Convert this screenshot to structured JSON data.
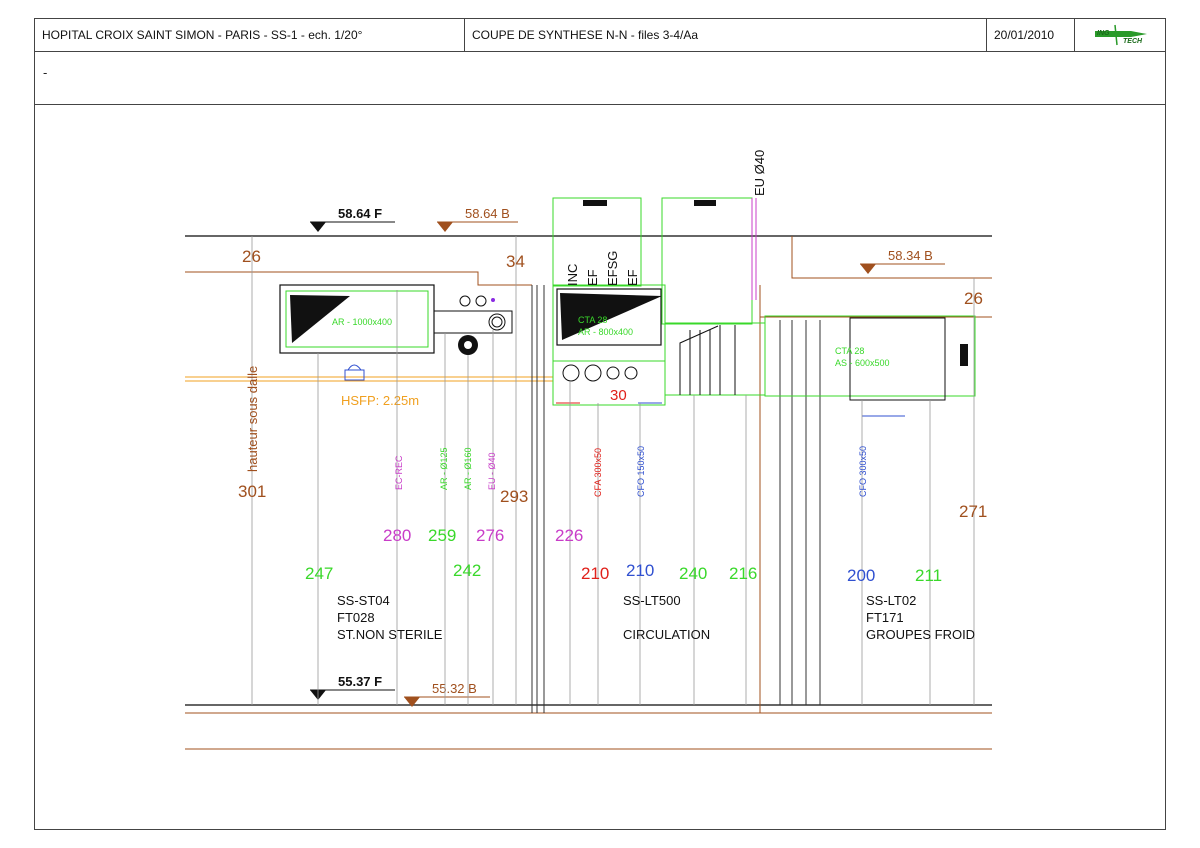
{
  "header": {
    "project": "HOPITAL CROIX SAINT SIMON - PARIS - SS-1 - ech. 1/20°",
    "section": "COUPE DE SYNTHESE N-N - files 3-4/Aa",
    "date": "20/01/2010",
    "logo_text": "ING TECH",
    "remark": "-"
  },
  "levels": {
    "top_finished": "58.64 F",
    "top_raw": "58.64 B",
    "right_raw": "58.34 B",
    "bottom_finished": "55.37 F",
    "bottom_raw": "55.32 B"
  },
  "dimensions": {
    "d26_left": "26",
    "d34": "34",
    "d26_right": "26",
    "d30": "30",
    "d301": "301",
    "d293": "293",
    "d271": "271",
    "d280": "280",
    "d259": "259",
    "d276": "276",
    "d226": "226",
    "d247": "247",
    "d242": "242",
    "d210_red": "210",
    "d210_blue": "210",
    "d240": "240",
    "d216": "216",
    "d200": "200",
    "d211": "211"
  },
  "labels": {
    "hauteur": "hauteur sous dalle",
    "hsfp": "HSFP: 2.25m",
    "ar_1000": "AR - 1000x400",
    "cta28_a": "CTA 28",
    "ar_800": "AR - 800x400",
    "cta28_b": "CTA 28",
    "as_600": "AS - 600x500",
    "eu_040": "EU Ø40",
    "inc": "INC",
    "ef1": "EF",
    "efsg": "EFSG",
    "ef2": "EF",
    "v_ec_rec": "EC-REC",
    "v_ar125": "AR - Ø125",
    "v_ar160": "AR - Ø160",
    "v_eu040": "EU - Ø40",
    "v_cfa": "CFA 300x50",
    "v_cfo150": "CFO 150x50",
    "v_cfo300": "CFO 300x50"
  },
  "rooms": [
    {
      "code": "SS-ST04",
      "ref": "FT028",
      "name": "ST.NON STERILE"
    },
    {
      "code": "SS-LT500",
      "ref": "",
      "name": "CIRCULATION"
    },
    {
      "code": "SS-LT02",
      "ref": "FT171",
      "name": "GROUPES FROID"
    }
  ],
  "colors": {
    "brown": "#a0501e",
    "green": "#39d82a",
    "magenta": "#c83cc8",
    "red": "#e0201a",
    "blue": "#3050d0",
    "orange": "#f0a020",
    "dark": "#333333"
  }
}
